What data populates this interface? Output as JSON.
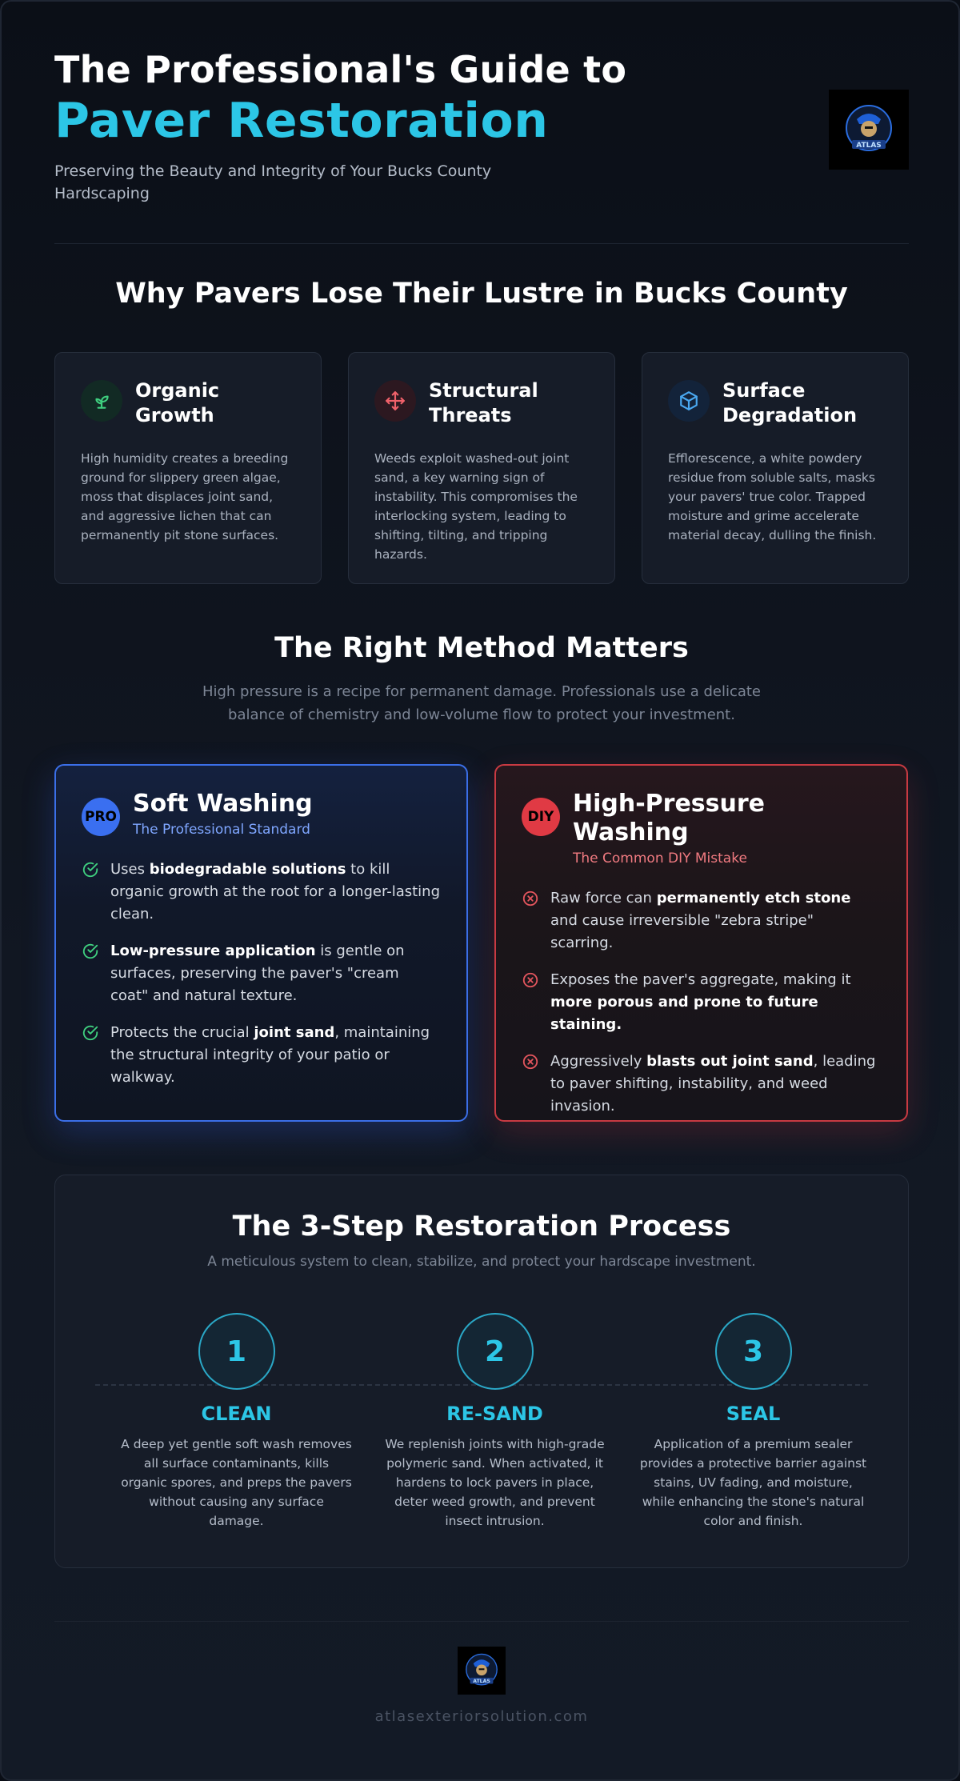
{
  "header": {
    "title_line1": "The Professional's Guide to",
    "title_line2": "Paver Restoration",
    "subtitle": "Preserving the Beauty and Integrity of Your Bucks County Hardscaping",
    "logo_text": "ATLAS"
  },
  "causes": {
    "title": "Why Pavers Lose Their Lustre in Bucks County",
    "items": [
      {
        "icon": "sprout-icon",
        "title": "Organic Growth",
        "body": "High humidity creates a breeding ground for slippery green algae, moss that displaces joint sand, and aggressive lichen that can permanently pit stone surfaces."
      },
      {
        "icon": "move-arrows-icon",
        "title": "Structural Threats",
        "body": "Weeds exploit washed-out joint sand, a key warning sign of instability. This compromises the interlocking system, leading to shifting, tilting, and tripping hazards."
      },
      {
        "icon": "cube-icon",
        "title": "Surface Degradation",
        "body": "Efflorescence, a white powdery residue from soluble salts, masks your pavers' true color. Trapped moisture and grime accelerate material decay, dulling the finish."
      }
    ]
  },
  "method": {
    "title": "The Right Method Matters",
    "subtitle": "High pressure is a recipe for permanent damage. Professionals use a delicate balance of chemistry and low-volume flow to protect your investment.",
    "pro": {
      "badge": "PRO",
      "title": "Soft Washing",
      "tagline": "The Professional Standard",
      "items": [
        {
          "pre": "Uses ",
          "bold": "biodegradable solutions",
          "post": " to kill organic growth at the root for a longer-lasting clean."
        },
        {
          "pre": "",
          "bold": "Low-pressure application",
          "post": " is gentle on surfaces, preserving the paver's \"cream coat\" and natural texture."
        },
        {
          "pre": "Protects the crucial ",
          "bold": "joint sand",
          "post": ", maintaining the structural integrity of your patio or walkway."
        }
      ]
    },
    "diy": {
      "badge": "DIY",
      "title": "High-Pressure Washing",
      "tagline": "The Common DIY Mistake",
      "items": [
        {
          "pre": "Raw force can ",
          "bold": "permanently etch stone",
          "post": " and cause irreversible \"zebra stripe\" scarring."
        },
        {
          "pre": "Exposes the paver's aggregate, making it ",
          "bold": "more porous and prone to future staining.",
          "post": ""
        },
        {
          "pre": "Aggressively ",
          "bold": "blasts out joint sand",
          "post": ", leading to paver shifting, instability, and weed invasion."
        }
      ]
    }
  },
  "process": {
    "title": "The 3-Step Restoration Process",
    "subtitle": "A meticulous system to clean, stabilize, and protect your hardscape investment.",
    "steps": [
      {
        "num": "1",
        "name": "CLEAN",
        "desc": "A deep yet gentle soft wash removes all surface contaminants, kills organic spores, and preps the pavers without causing any surface damage."
      },
      {
        "num": "2",
        "name": "RE-SAND",
        "desc": "We replenish joints with high-grade polymeric sand. When activated, it hardens to lock pavers in place, deter weed growth, and prevent insect intrusion."
      },
      {
        "num": "3",
        "name": "SEAL",
        "desc": "Application of a premium sealer provides a protective barrier against stains, UV fading, and moisture, while enhancing the stone's natural color and finish."
      }
    ]
  },
  "footer": {
    "logo_text": "ATLAS",
    "url": "atlasexteriorsolution.com"
  },
  "colors": {
    "accent_cyan": "#2cc6e6",
    "pro_blue": "#3b6fe8",
    "diy_red": "#c83a42",
    "check_green": "#3fcf7f",
    "x_red": "#e2555d"
  }
}
